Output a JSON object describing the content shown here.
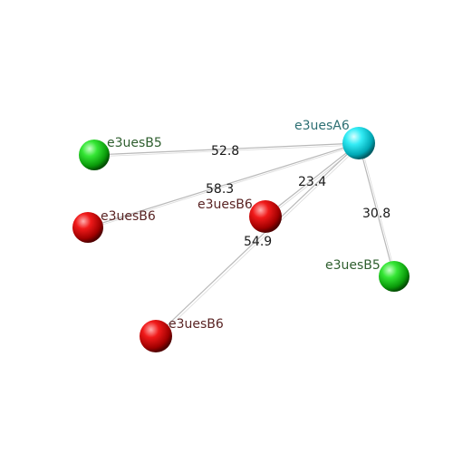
{
  "nodes": [
    {
      "id": "A6",
      "label": "e3uesA6",
      "color": "cyan"
    },
    {
      "id": "B5a",
      "label": "e3uesB5",
      "color": "green"
    },
    {
      "id": "B6a",
      "label": "e3uesB6",
      "color": "red"
    },
    {
      "id": "B6b",
      "label": "e3uesB6",
      "color": "red"
    },
    {
      "id": "B5b",
      "label": "e3uesB5",
      "color": "green"
    },
    {
      "id": "B6c",
      "label": "e3uesB6",
      "color": "red"
    }
  ],
  "edges": [
    {
      "from": "A6",
      "to": "B5a",
      "distance": "52.8"
    },
    {
      "from": "A6",
      "to": "B6a",
      "distance": "58.3"
    },
    {
      "from": "A6",
      "to": "B6b",
      "distance": "23.4"
    },
    {
      "from": "A6",
      "to": "B5b",
      "distance": "30.8"
    },
    {
      "from": "A6",
      "to": "B6c",
      "distance": "54.9"
    }
  ],
  "colors": {
    "cyan": "#00d8e8",
    "green": "#1fd11f",
    "red": "#e00000"
  }
}
